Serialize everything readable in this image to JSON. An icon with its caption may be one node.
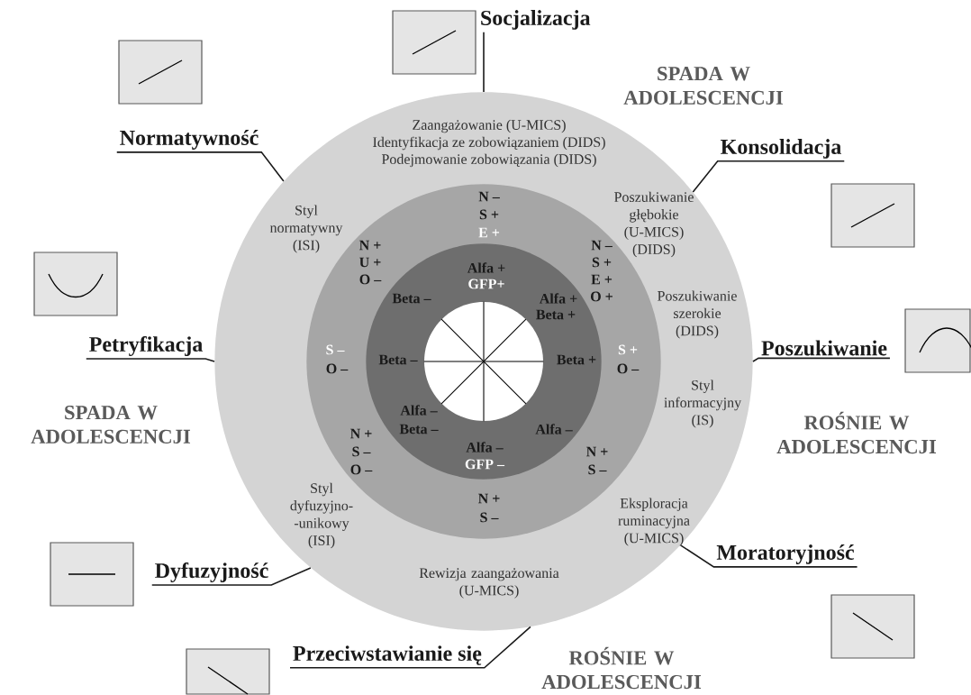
{
  "diagram": {
    "nodes": [
      {
        "text": [
          "Zaangażowanie (U-MICS)",
          "Identyfikacja ze zobowiązaniem (DIDS)",
          "Podejmowanie zobowiązania (DIDS)",
          "Styl normatywny (ISI)",
          "Poszukiwanie głębokie (U-MICS) (DIDS)",
          "Poszukiwanie szerokie (DIDS)",
          "Styl informacyjny (IS)",
          "Styl dyfuzyjno- -unikowy (ISI)",
          "Eksploracja ruminacyjna (U-MICS)",
          "Rewizja zaangażowania (U-MICS)"
        ]
      },
      {
        "text": [
          "N –",
          "S +",
          "E +",
          "N +",
          "N –",
          "U +",
          "S +",
          "O –",
          "E +",
          "O +",
          "S –",
          "S +",
          "O –",
          "O –",
          "N +",
          "S –",
          "N +",
          "O –",
          "S –",
          "N +",
          "S –"
        ],
        "in": 0
      },
      {
        "text": [
          "Alfa +",
          "GFP+",
          "Beta –",
          "Alfa +",
          "Beta +",
          "Beta –",
          "Beta +",
          "Alfa –",
          "Beta –",
          "Alfa –",
          "Alfa –",
          "GFP –"
        ],
        "in": 1
      },
      {
        "text": [],
        "shape": "circle",
        "in": 2
      },
      {
        "text": [
          "Socjalizacja"
        ]
      },
      {
        "text": [
          "Normatywność"
        ]
      },
      {
        "text": [
          "Konsolidacja"
        ]
      },
      {
        "text": [
          "Petryfikacja"
        ]
      },
      {
        "text": [
          "Poszukiwanie"
        ]
      },
      {
        "text": [
          "Dyfuzyjność"
        ]
      },
      {
        "text": [
          "Moratoryjność"
        ]
      },
      {
        "text": [
          "Przeciwstawianie się"
        ]
      }
    ],
    "edges": [
      {
        "from": 4,
        "to": 0,
        "arrow": "none"
      },
      {
        "from": 5,
        "to": 0,
        "arrow": "none"
      },
      {
        "from": 6,
        "to": 0,
        "arrow": "none"
      },
      {
        "from": 7,
        "to": 0,
        "arrow": "none"
      },
      {
        "from": 8,
        "to": 0,
        "arrow": "none"
      },
      {
        "from": 9,
        "to": 0,
        "arrow": "none"
      },
      {
        "from": 10,
        "to": 0,
        "arrow": "none"
      },
      {
        "from": 11,
        "to": 0,
        "arrow": "none"
      }
    ],
    "labels": [
      "SPADA W ADOLESCENCJI",
      "SPADA W ADOLESCENCJI",
      "ROŚNIE W ADOLESCENCJI",
      "ROŚNIE W ADOLESCENCJI"
    ]
  }
}
